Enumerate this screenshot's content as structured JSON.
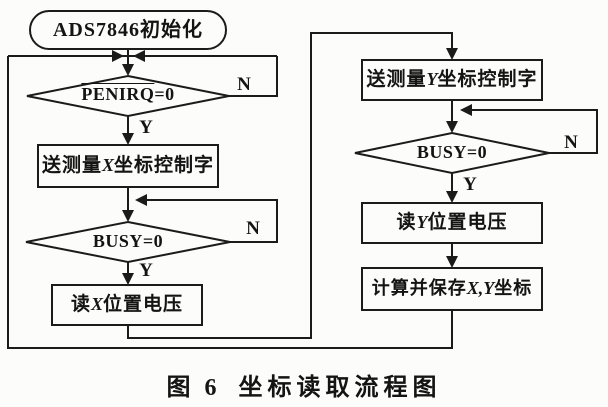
{
  "figure": {
    "caption": {
      "prefix": "图 6",
      "title": "坐标读取流程图"
    }
  },
  "flowchart": {
    "nodes": {
      "start": {
        "label": "ADS7846初始化"
      },
      "penirq_check": {
        "signal": "PENIRQ",
        "suffix": "=0"
      },
      "send_x": {
        "pre": "送测量",
        "var": "X",
        "post": "坐标控制字"
      },
      "busy_x_check": {
        "label": "BUSY=0"
      },
      "read_x": {
        "pre": "读",
        "var": "X",
        "post": "位置电压"
      },
      "send_y": {
        "pre": "送测量",
        "var": "Y",
        "post": "坐标控制字"
      },
      "busy_y_check": {
        "label": "BUSY=0"
      },
      "read_y": {
        "pre": "读",
        "var": "Y",
        "post": "位置电压"
      },
      "calc_save": {
        "pre": "计算并保存",
        "var": "X,Y",
        "post": "坐标"
      }
    },
    "branch_labels": {
      "penirq_no": "N",
      "penirq_yes": "Y",
      "busy_x_no": "N",
      "busy_x_yes": "Y",
      "busy_y_no": "N",
      "busy_y_yes": "Y"
    }
  },
  "colors": {
    "ink": "#1b1b1b",
    "paper": "#fcfcfa"
  }
}
